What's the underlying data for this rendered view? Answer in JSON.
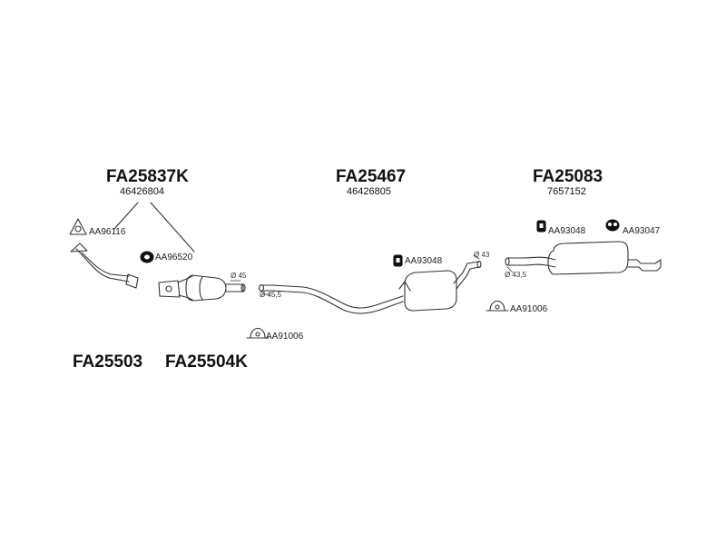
{
  "groups": {
    "front": {
      "code": "FA25837K",
      "oem": "46426804"
    },
    "middle": {
      "code": "FA25467",
      "oem": "46426805"
    },
    "rear": {
      "code": "FA25083",
      "oem": "7657152"
    }
  },
  "bottom_codes": {
    "left": "FA25503",
    "right": "FA25504K"
  },
  "parts": {
    "gasket_front": "AA96116",
    "ring_gasket": "AA96520",
    "clamp_1": "AA91006",
    "rubber_mount_mid": "AA93048",
    "clamp_2": "AA91006",
    "rubber_mount_rear_1": "AA93048",
    "rubber_mount_rear_2": "AA93047"
  },
  "dimensions": {
    "d45": "Ø 45",
    "d45_5": "Ø 45,5",
    "d43": "Ø 43",
    "d43_5": "Ø 43,5"
  },
  "colors": {
    "ink": "#111111",
    "line": "#333333",
    "fill": "#ffffff"
  }
}
